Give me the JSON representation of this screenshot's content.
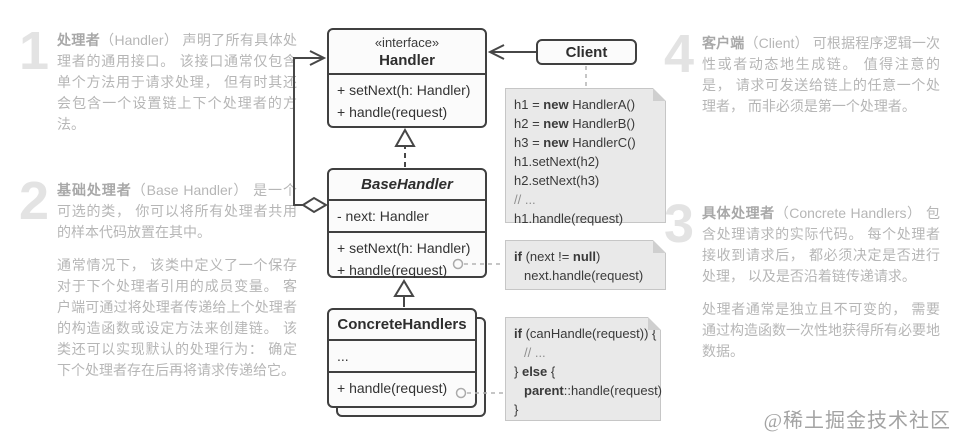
{
  "annotations": {
    "a1": {
      "number": "1",
      "lead": "处理者",
      "text": "（Handler） 声明了所有具体处理者的通用接口。 该接口通常仅包含单个方法用于请求处理， 但有时其还会包含一个设置链上下个处理者的方法。"
    },
    "a2": {
      "number": "2",
      "lead": "基础处理者",
      "text": "（Base Handler） 是一个可选的类， 你可以将所有处理者共用的样本代码放置在其中。",
      "text2": "通常情况下， 该类中定义了一个保存对于下个处理者引用的成员变量。 客户端可通过将处理者传递给上个处理者的构造函数或设定方法来创建链。 该类还可以实现默认的处理行为： 确定下个处理者存在后再将请求传递给它。"
    },
    "a3": {
      "number": "3",
      "lead": "具体处理者",
      "text": "（Concrete Handlers） 包含处理请求的实际代码。 每个处理者接收到请求后， 都必须决定是否进行处理， 以及是否沿着链传递请求。",
      "text2": "处理者通常是独立且不可变的， 需要通过构造函数一次性地获得所有必要地数据。"
    },
    "a4": {
      "number": "4",
      "lead": "客户端",
      "text": "（Client） 可根据程序逻辑一次性或者动态地生成链。 值得注意的是， 请求可发送给链上的任意一个处理者， 而非必须是第一个处理者。"
    }
  },
  "classes": {
    "handler": {
      "stereotype": "«interface»",
      "name": "Handler",
      "methods": [
        "+ setNext(h: Handler)",
        "+ handle(request)"
      ]
    },
    "client": {
      "name": "Client"
    },
    "base_handler": {
      "name": "BaseHandler",
      "attributes": [
        "- next: Handler"
      ],
      "methods": [
        "+ setNext(h: Handler)",
        "+ handle(request)"
      ]
    },
    "concrete_handlers": {
      "name": "ConcreteHandlers",
      "attributes": [
        "..."
      ],
      "methods": [
        "+ handle(request)"
      ]
    }
  },
  "notes": {
    "code1": {
      "lines": [
        {
          "t1": "h1 = ",
          "b1": "new",
          "t2": " HandlerA()"
        },
        {
          "t1": "h2 = ",
          "b1": "new",
          "t2": " HandlerB()"
        },
        {
          "t1": "h3 = ",
          "b1": "new",
          "t2": " HandlerC()"
        },
        {
          "t1": "h1.setNext(h2)"
        },
        {
          "t1": "h2.setNext(h3)"
        },
        {
          "t1": "// ..."
        },
        {
          "t1": "h1.handle(request)"
        }
      ]
    },
    "code2": {
      "lines": [
        {
          "b1": "if",
          "t2": " (next != ",
          "b2": "null",
          "t3": ")"
        },
        {
          "t1": "next.handle(request)"
        }
      ]
    },
    "code3": {
      "lines": [
        {
          "b1": "if",
          "t2": " (canHandle(request)) {"
        },
        {
          "t1": "// ..."
        },
        {
          "t1": "} ",
          "b1": "else",
          "t2": " {"
        },
        {
          "b1": "parent",
          "t2": "::handle(request)"
        },
        {
          "t1": "}"
        }
      ]
    }
  },
  "watermark": "@稀土掘金技术社区",
  "colors": {
    "box_border": "#404040",
    "box_bg": "#fbfbfb",
    "note_bg": "#e9e9e9",
    "annotation_text": "#b6b6b6",
    "number_gray": "#e3e3e3"
  }
}
